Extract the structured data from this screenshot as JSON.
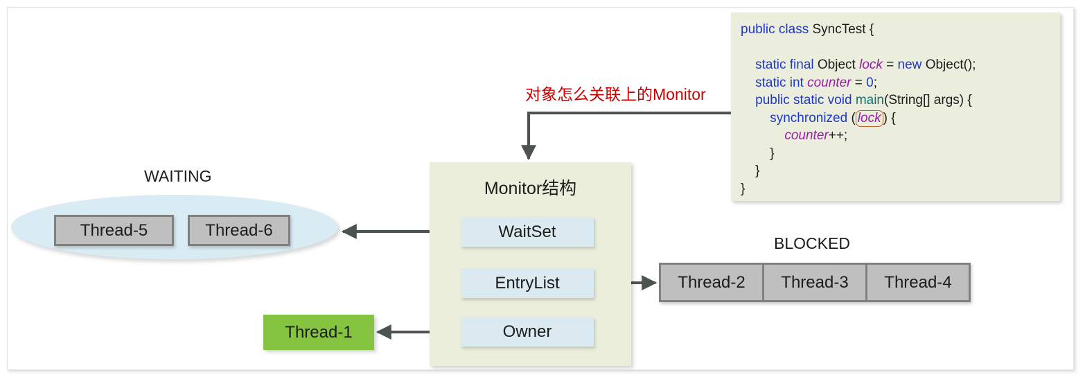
{
  "diagram": {
    "title_annotation": "对象怎么关联上的Monitor",
    "colors": {
      "code_bg": "#ebeedd",
      "monitor_bg": "#eaeedb",
      "monitor_item_bg": "#dbeaf0",
      "waiting_ellipse_bg": "#d9ecf4",
      "thread_gray_bg": "#bfbfbf",
      "thread_gray_border": "#808080",
      "thread_green_bg": "#84c441",
      "annotation_red": "#cc0000",
      "connector_line": "#4d5450",
      "lock_highlight_border": "#c4622b"
    }
  },
  "code_panel": {
    "name": "SyncTest",
    "lines": [
      {
        "tokens": [
          {
            "t": "public class ",
            "c": "kw"
          },
          {
            "t": "SyncTest {",
            "c": "plain"
          }
        ]
      },
      {
        "tokens": []
      },
      {
        "tokens": [
          {
            "t": "    ",
            "c": "plain"
          },
          {
            "t": "static final ",
            "c": "kw"
          },
          {
            "t": "Object ",
            "c": "plain"
          },
          {
            "t": "lock",
            "c": "var"
          },
          {
            "t": " = ",
            "c": "plain"
          },
          {
            "t": "new ",
            "c": "kw"
          },
          {
            "t": "Object();",
            "c": "plain"
          }
        ]
      },
      {
        "tokens": [
          {
            "t": "    ",
            "c": "plain"
          },
          {
            "t": "static int ",
            "c": "kw"
          },
          {
            "t": "counter",
            "c": "var"
          },
          {
            "t": " = ",
            "c": "plain"
          },
          {
            "t": "0",
            "c": "num"
          },
          {
            "t": ";",
            "c": "plain"
          }
        ]
      },
      {
        "tokens": [
          {
            "t": "    ",
            "c": "plain"
          },
          {
            "t": "public static void ",
            "c": "kw"
          },
          {
            "t": "main",
            "c": "meth"
          },
          {
            "t": "(String[] args) {",
            "c": "plain"
          }
        ]
      },
      {
        "tokens": [
          {
            "t": "        ",
            "c": "plain"
          },
          {
            "t": "synchronized ",
            "c": "kw"
          },
          {
            "t": "(",
            "c": "plain"
          },
          {
            "t": "lock",
            "c": "lockbox"
          },
          {
            "t": ") {",
            "c": "plain"
          }
        ]
      },
      {
        "tokens": [
          {
            "t": "            ",
            "c": "plain"
          },
          {
            "t": "counter",
            "c": "var"
          },
          {
            "t": "++;",
            "c": "plain"
          }
        ]
      },
      {
        "tokens": [
          {
            "t": "        }",
            "c": "plain"
          }
        ]
      },
      {
        "tokens": [
          {
            "t": "    }",
            "c": "plain"
          }
        ]
      },
      {
        "tokens": [
          {
            "t": "}",
            "c": "plain"
          }
        ]
      }
    ]
  },
  "monitor": {
    "title": "Monitor结构",
    "items": [
      {
        "label": "WaitSet"
      },
      {
        "label": "EntryList"
      },
      {
        "label": "Owner"
      }
    ]
  },
  "waiting": {
    "label": "WAITING",
    "threads": [
      {
        "label": "Thread-5"
      },
      {
        "label": "Thread-6"
      }
    ]
  },
  "blocked": {
    "label": "BLOCKED",
    "threads": [
      {
        "label": "Thread-2"
      },
      {
        "label": "Thread-3"
      },
      {
        "label": "Thread-4"
      }
    ]
  },
  "owner_thread": {
    "label": "Thread-1"
  }
}
